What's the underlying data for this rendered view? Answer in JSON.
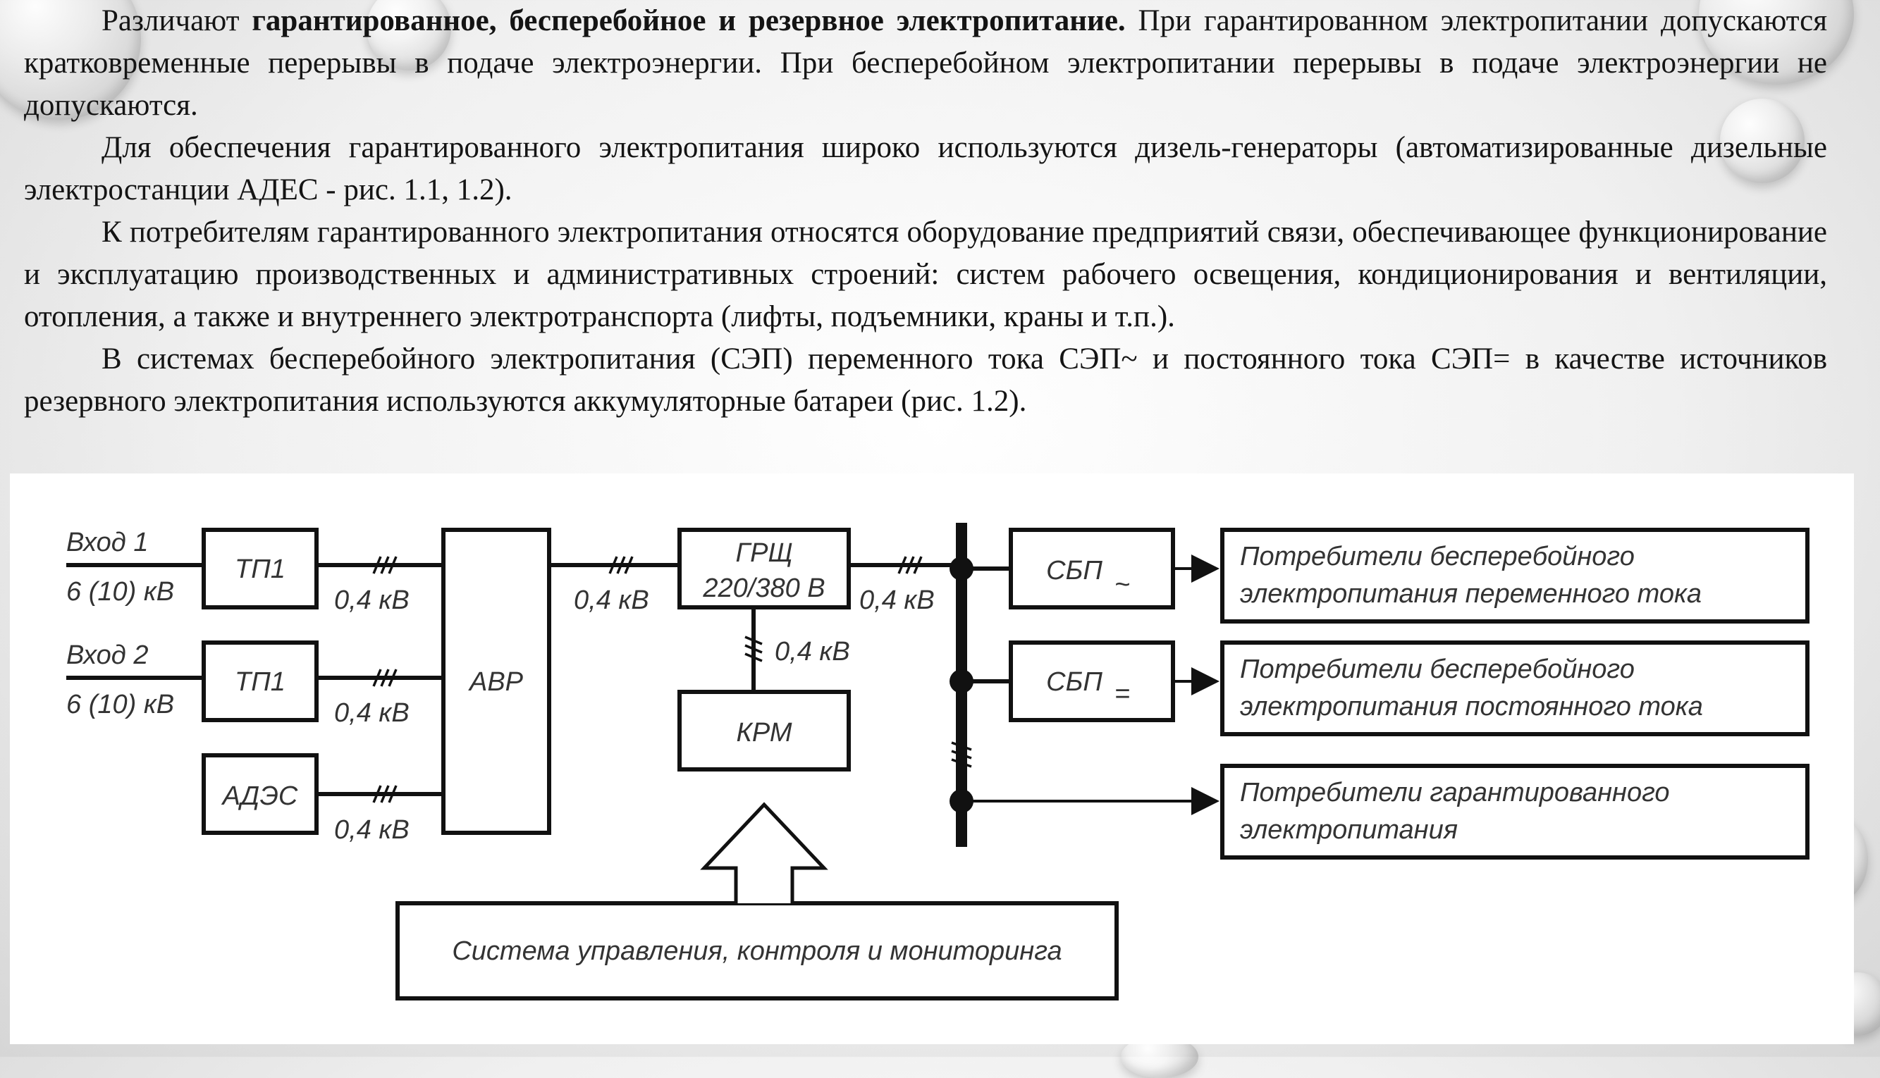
{
  "paragraphs": {
    "p1_lead": "Различают ",
    "p1_bold": "гарантированное, бесперебойное и резервное электропитание.",
    "p1_rest": " При гарантированном электропитании допускаются кратковременные перерывы в подаче электроэнергии. При бесперебойном электропитании перерывы в подаче электроэнергии не допускаются.",
    "p2": "Для обеспечения гарантированного электропитания широко используются дизель-генераторы (автоматизированные дизельные электростанции АДЕС - рис. 1.1, 1.2).",
    "p3": "К потребителям гарантированного электропитания относятся оборудование предприятий связи, обеспечивающее функционирование и эксплуатацию производственных и административных строений: систем рабочего освещения, кондиционирования и вентиляции, отопления, а также и внутреннего электротранспорта (лифты, подъемники, краны и т.п.).",
    "p4": "В системах бесперебойного электропитания (СЭП) переменного тока СЭП~ и постоянного тока СЭП= в качестве источников резервного электропитания используются аккумуляторные батареи (рис. 1.2)."
  },
  "diagram": {
    "input1": "Вход 1",
    "input1_voltage": "6 (10) кВ",
    "input2": "Вход 2",
    "input2_voltage": "6 (10) кВ",
    "tp1_a": "ТП1",
    "tp1_b": "ТП1",
    "ades": "АДЭС",
    "avr": "АВР",
    "grsch_line1": "ГРЩ",
    "grsch_line2": "220/380 В",
    "krm": "КРМ",
    "sbp_ac": "СБП",
    "sbp_ac_symbol": "~",
    "sbp_dc": "СБП",
    "sbp_dc_symbol": "=",
    "v04_tp1a": "0,4 кВ",
    "v04_tp1b": "0,4 кВ",
    "v04_ades": "0,4 кВ",
    "v04_avr": "0,4 кВ",
    "v04_grsch": "0,4 кВ",
    "v04_krm": "0,4 кВ",
    "consumers_ac_line1": "Потребители бесперебойного",
    "consumers_ac_line2": "электропитания переменного тока",
    "consumers_dc_line1": "Потребители бесперебойного",
    "consumers_dc_line2": "электропитания постоянного тока",
    "consumers_guaranteed_line1": "Потребители гарантированного",
    "consumers_guaranteed_line2": "электропитания",
    "control_system": "Система управления, контроля и мониторинга"
  }
}
